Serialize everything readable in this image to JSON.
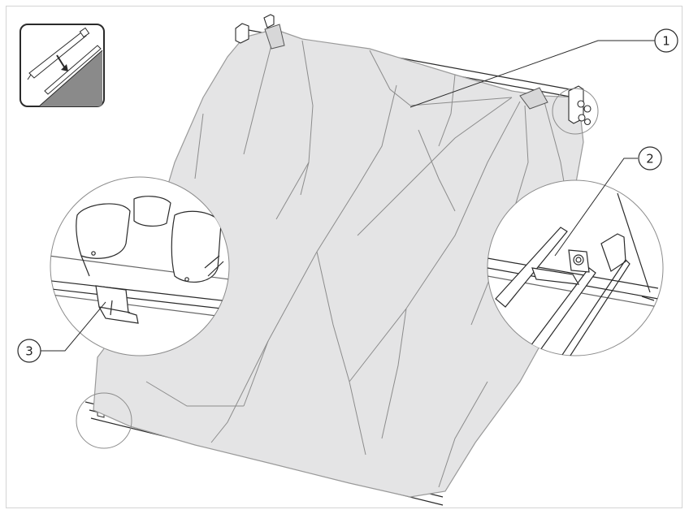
{
  "callouts": [
    {
      "label": "1"
    },
    {
      "label": "2"
    },
    {
      "label": "3"
    }
  ],
  "colors": {
    "cover": "#e4e4e5",
    "cover_stroke": "#9a9a9a",
    "line": "#2a2a2a",
    "inset_bg": "#ffffff",
    "inset_dark": "#8a8a8a",
    "frame": "#d4d4d4"
  },
  "icons": {
    "inset": "rail-insert-icon"
  }
}
